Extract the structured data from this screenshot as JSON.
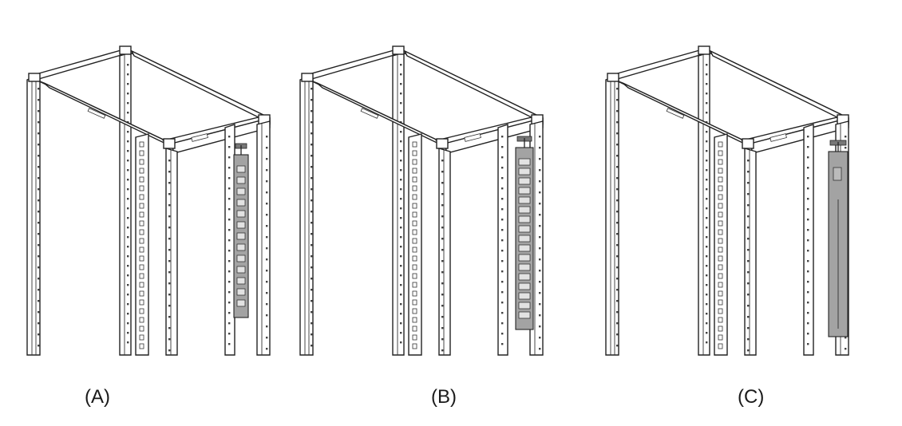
{
  "figure": {
    "panels": [
      {
        "label": "(A)",
        "pdu_style": "outlets-outward"
      },
      {
        "label": "(B)",
        "pdu_style": "outlets-front"
      },
      {
        "label": "(C)",
        "pdu_style": "outlets-rear"
      }
    ],
    "colors": {
      "line": "#222222",
      "pdu_fill": "#a3a3a3",
      "background": "#ffffff"
    }
  }
}
